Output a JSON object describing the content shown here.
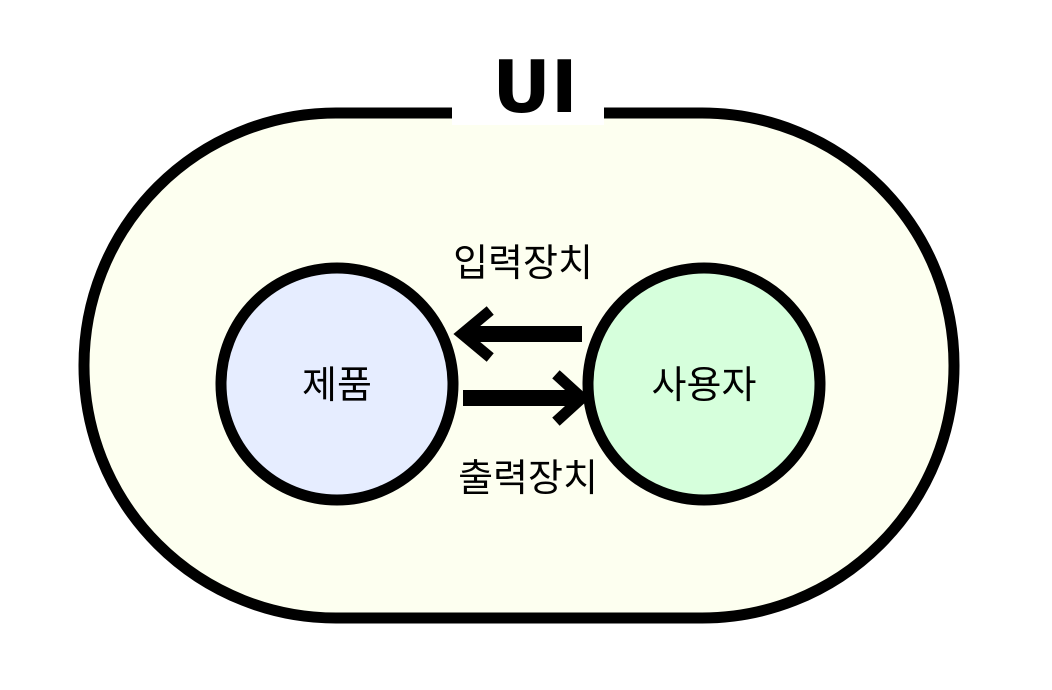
{
  "container": {
    "title": "UI",
    "fill": "#fdfff0",
    "stroke": "#000000"
  },
  "nodes": {
    "product": {
      "label": "제품",
      "fill": "#e6edff"
    },
    "user": {
      "label": "사용자",
      "fill": "#d6ffdc"
    }
  },
  "edges": {
    "input": {
      "label": "입력장치"
    },
    "output": {
      "label": "출력장치"
    }
  }
}
